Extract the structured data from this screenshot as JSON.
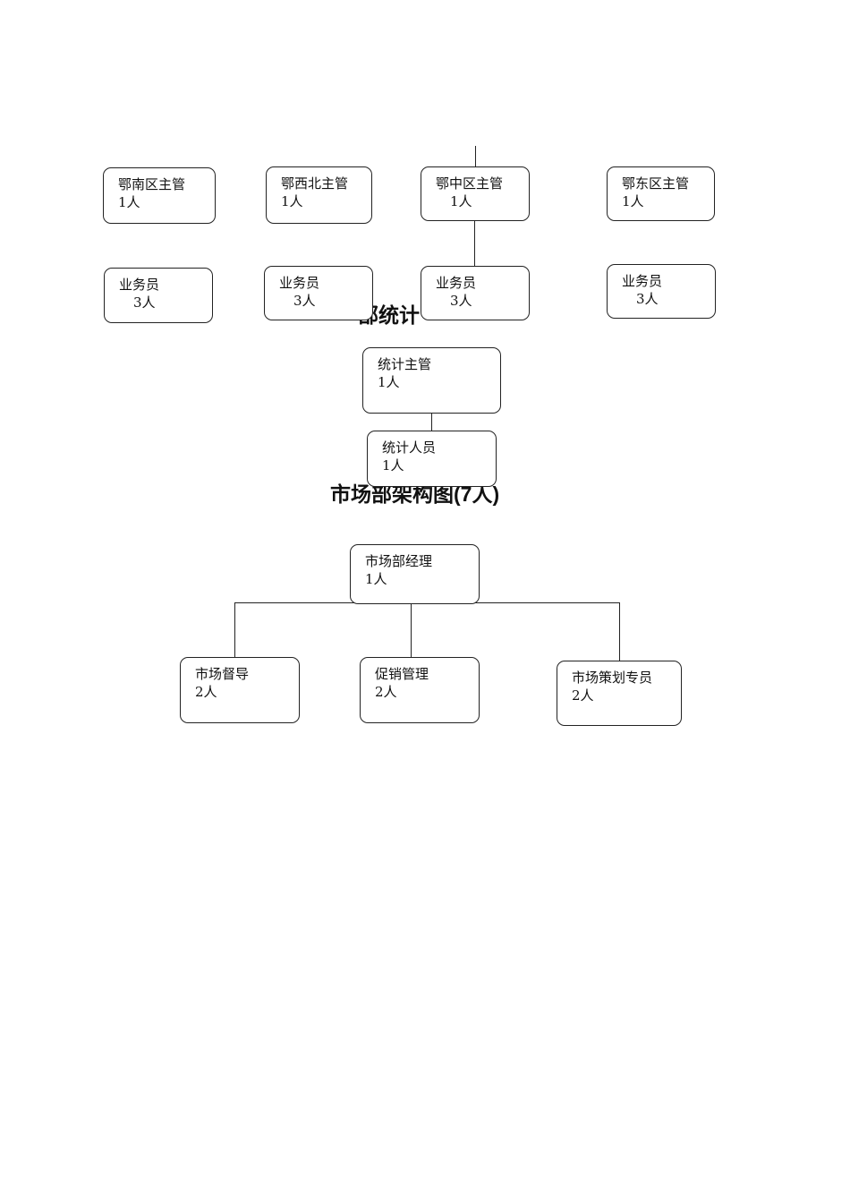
{
  "sales_department": {
    "supervisors": [
      {
        "title": "鄂南区主管",
        "count": "1人"
      },
      {
        "title": "鄂西北主管",
        "count": "1人"
      },
      {
        "title": "鄂中区主管",
        "count": "1人"
      },
      {
        "title": "鄂东区主管",
        "count": "1人"
      }
    ],
    "staff": [
      {
        "title": "业务员",
        "count": "3人"
      },
      {
        "title": "业务员",
        "count": "3人"
      },
      {
        "title": "业务员",
        "count": "3人"
      },
      {
        "title": "业务员",
        "count": "3人"
      }
    ]
  },
  "statistics_department": {
    "title_partial": "部统计",
    "supervisor": {
      "title": "统计主管",
      "count": "1人"
    },
    "staff": {
      "title": "统计人员",
      "count": "1人"
    }
  },
  "marketing_department": {
    "title": "市场部架构图(7人)",
    "manager": {
      "title": "市场部经理",
      "count": "1人"
    },
    "roles": [
      {
        "title": "市场督导",
        "count": "2人"
      },
      {
        "title": "促销管理",
        "count": "2人"
      },
      {
        "title": "市场策划专员",
        "count": "2人"
      }
    ]
  }
}
